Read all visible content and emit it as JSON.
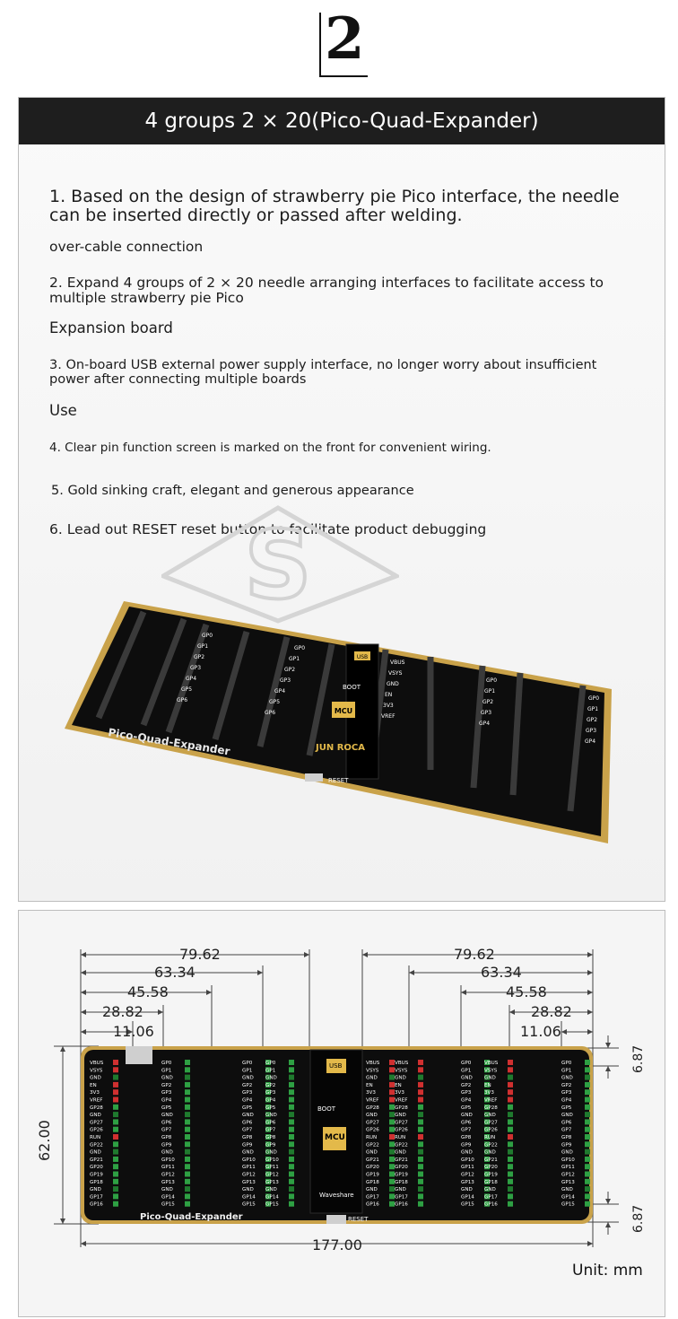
{
  "badge": {
    "number": "2"
  },
  "header": {
    "title": "4 groups 2 × 20(Pico-Quad-Expander)"
  },
  "features": [
    {
      "text": "1. Based on the design of strawberry pie Pico interface, the needle can be inserted directly or passed after welding."
    },
    {
      "text": "over-cable connection"
    },
    {
      "text": "2. Expand 4 groups of 2 × 20 needle arranging interfaces to facilitate access to multiple strawberry pie Pico"
    },
    {
      "text": "Expansion board"
    },
    {
      "text": "3. On-board USB external power supply interface, no longer worry about insufficient power after connecting multiple boards"
    },
    {
      "text": "Use"
    },
    {
      "text": "4. Clear pin function screen is marked on the front for convenient wiring."
    },
    {
      "text": "5. Gold sinking craft, elegant and generous appearance"
    },
    {
      "text": "6. Lead out RESET reset button to facilitate product debugging"
    }
  ],
  "board_photo": {
    "board_name": "Pico-Quad-Expander",
    "usb_label": "USB",
    "boot_label": "BOOT",
    "mcu_label": "MCU",
    "brand_label": "JUN ROCA",
    "reset_label": "RESET"
  },
  "dimensions": {
    "left_widths": [
      "79.62",
      "63.34",
      "45.58",
      "28.82",
      "11.06"
    ],
    "right_widths": [
      "79.62",
      "63.34",
      "45.58",
      "28.82",
      "11.06"
    ],
    "height": "62.00",
    "total_width": "177.00",
    "margin_top": "6.87",
    "margin_bottom": "6.87",
    "unit_label": "Unit: mm"
  },
  "drawing": {
    "board_name": "Pico-Quad-Expander",
    "usb_label": "USB",
    "boot_label": "BOOT",
    "mcu_label": "MCU",
    "brand_label": "Waveshare",
    "reset_label": "RESET",
    "gp_pins_left": [
      "GP0",
      "GP1",
      "GND",
      "GP2",
      "GP3",
      "GP4",
      "GP5",
      "GND",
      "GP6",
      "GP7",
      "GP8",
      "GP9",
      "GND",
      "GP10",
      "GP11",
      "GP12",
      "GP13",
      "GND",
      "GP14",
      "GP15"
    ],
    "gp_pins_right": [
      "GP16",
      "GP17",
      "GND",
      "GP18",
      "GP19",
      "GP20",
      "GP21",
      "GND",
      "GP22",
      "RUN",
      "GP26",
      "GP27",
      "GND",
      "GP28",
      "VREF",
      "3V3",
      "EN",
      "GND",
      "VSYS",
      "VBUS"
    ],
    "pwr_pins": [
      "VBUS",
      "VSYS",
      "GND",
      "EN",
      "3V3",
      "VREF",
      "GP28",
      "GND",
      "GP27",
      "GP26",
      "RUN",
      "GP22",
      "GND",
      "GP21",
      "GP20",
      "GP19",
      "GP18",
      "GND",
      "GP17",
      "GP16"
    ]
  },
  "colors": {
    "header_bg": "#1e1e1e",
    "board": "#0d0d0d",
    "gold": "#c9a24a"
  }
}
